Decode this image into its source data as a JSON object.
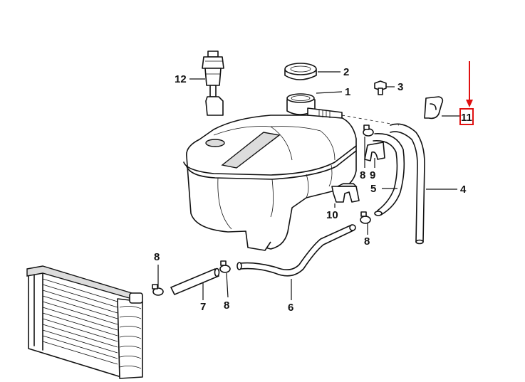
{
  "diagram": {
    "highlight_color": "#e01010",
    "ink_color": "#111111",
    "labels": {
      "p1": "1",
      "p2": "2",
      "p3": "3",
      "p4": "4",
      "p5": "5",
      "p6": "6",
      "p7": "7",
      "p8a": "8",
      "p8b": "8",
      "p8c": "8",
      "p8d": "8",
      "p9": "9",
      "p10": "10",
      "p11": "11",
      "p12": "12"
    }
  }
}
